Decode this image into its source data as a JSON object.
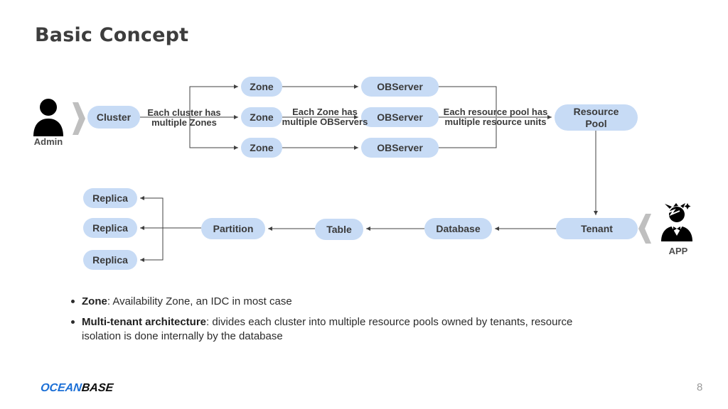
{
  "slide": {
    "title": "Basic Concept",
    "page_number": "8",
    "logo": {
      "part1": "OCEAN",
      "part2": "BASE"
    }
  },
  "actors": {
    "admin": {
      "label": "Admin"
    },
    "app": {
      "label": "APP"
    }
  },
  "diagram": {
    "nodes": {
      "cluster": "Cluster",
      "zone1": "Zone",
      "zone2": "Zone",
      "zone3": "Zone",
      "observer1": "OBServer",
      "observer2": "OBServer",
      "observer3": "OBServer",
      "resource_pool": "Resource Pool",
      "tenant": "Tenant",
      "database": "Database",
      "table": "Table",
      "partition": "Partition",
      "replica1": "Replica",
      "replica2": "Replica",
      "replica3": "Replica"
    },
    "edge_labels": {
      "cluster_zones": {
        "line1": "Each cluster has",
        "line2": "multiple Zones"
      },
      "zone_observers": {
        "line1": "Each Zone has",
        "line2": "multiple OBServers"
      },
      "pool_units": {
        "line1": "Each resource pool has",
        "line2": "multiple resource units"
      }
    },
    "colors": {
      "node_fill": "#c7dbf5",
      "node_text": "#3a3a3a",
      "line": "#404040",
      "chevron": "#bfbfbf",
      "logo_blue": "#1b6fd6",
      "logo_dark": "#0d0d0d"
    }
  },
  "bullets": [
    {
      "term": "Zone",
      "rest": ": Availability Zone, an IDC in most case"
    },
    {
      "term": "Multi-tenant architecture",
      "rest": ": divides each cluster into multiple resource pools owned by tenants, resource isolation is done internally by the database"
    }
  ]
}
